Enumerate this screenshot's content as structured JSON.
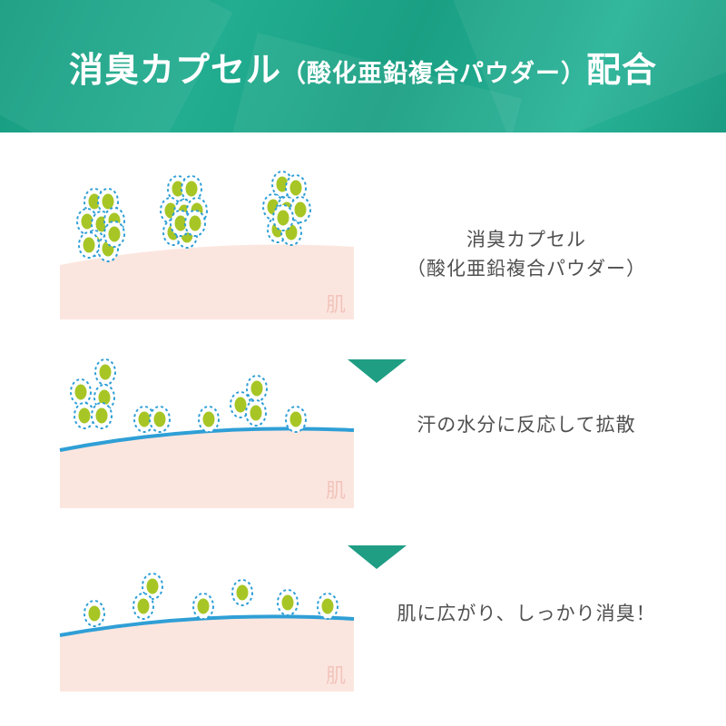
{
  "banner": {
    "title_main": "消臭カプセル",
    "title_sub": "（酸化亜鉛複合パウダー）",
    "title_end": "配合"
  },
  "stages": [
    {
      "skin_label": "肌",
      "caption_lines": [
        "消臭カプセル",
        "（酸化亜鉛複合パウダー）"
      ],
      "has_sweat_line": false
    },
    {
      "skin_label": "肌",
      "caption_lines": [
        "汗の水分に反応して拡散"
      ],
      "has_sweat_line": true
    },
    {
      "skin_label": "肌",
      "caption_lines": [
        "肌に広がり、しっかり消臭！"
      ],
      "has_sweat_line": true
    }
  ],
  "colors": {
    "banner": "#1fa589",
    "skin": "#fbe6df",
    "skin_label": "#f2c4bc",
    "sweat_line": "#2f9fd6",
    "capsule_fill": "#a7c626",
    "capsule_outline": "#2f9fd6",
    "arrow": "#1f9e84",
    "caption_text": "#505050"
  }
}
